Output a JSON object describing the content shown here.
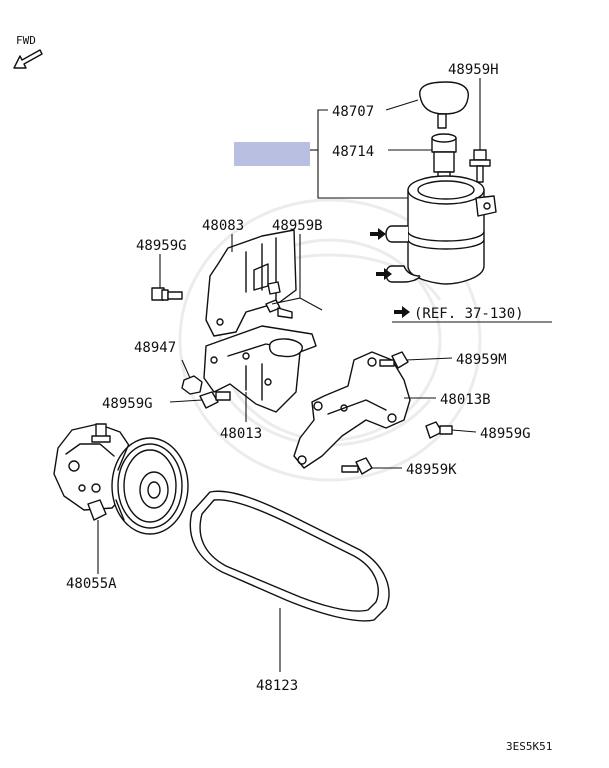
{
  "direction": {
    "label": "FWD"
  },
  "highlight": {
    "color": "#b8bfe0"
  },
  "reference": {
    "label": "(REF. 37-130)"
  },
  "parts": {
    "p48959H": "48959H",
    "p48707": "48707",
    "p48714": "48714",
    "p48083": "48083",
    "p48959B": "48959B",
    "p48959G_top": "48959G",
    "p48947": "48947",
    "p48959G_mid": "48959G",
    "p48013": "48013",
    "p48959M": "48959M",
    "p48013B": "48013B",
    "p48959G_right": "48959G",
    "p48959K": "48959K",
    "p48055A": "48055A",
    "p48123": "48123"
  },
  "diagram_code": "3ES5K51"
}
